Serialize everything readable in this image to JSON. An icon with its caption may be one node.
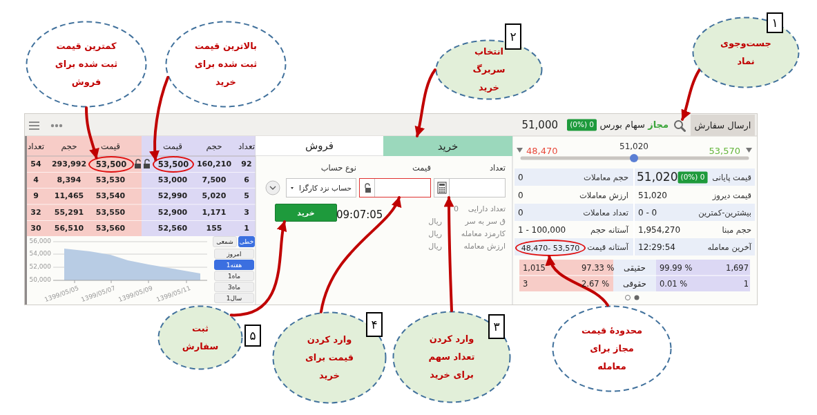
{
  "diagram": {
    "nodes": [
      {
        "text": [
          "کمترین قیمت ثبت شده برای فروش"
        ]
      },
      {
        "text": [
          "بالاترین قیمت ثبت شده برای خرید"
        ]
      },
      {
        "text": [
          "انتخاب سربرگ خرید"
        ],
        "beside": [
          "۲"
        ]
      },
      {
        "text": [
          "جست‌وجوی نماد"
        ],
        "beside": [
          "۱"
        ]
      },
      {
        "text": [],
        "shape": "box"
      },
      {
        "text": [],
        "shape": "circle",
        "in": 4
      },
      {
        "text": [
          "خرید"
        ],
        "in": 4
      },
      {
        "text": [
          "53,500"
        ],
        "in": 4
      },
      {
        "text": [
          "53,500"
        ],
        "in": 4
      },
      {
        "text": [],
        "shape": "box",
        "in": 4
      },
      {
        "text": [],
        "shape": "box",
        "in": 4
      },
      {
        "text": [
          "خرید"
        ],
        "in": 4
      },
      {
        "text": [
          "48,470- 53,570"
        ],
        "in": 4
      },
      {
        "text": [
          "ثبت سفارش"
        ],
        "beside": [
          "۵"
        ]
      },
      {
        "text": [
          "وارد کردن قیمت برای خرید"
        ],
        "beside": [
          "۴"
        ]
      },
      {
        "text": [
          "وارد کردن تعداد سهم برای خرید"
        ],
        "beside": [
          "۳"
        ]
      },
      {
        "text": [
          "محدودهٔ قیمت مجاز برای معامله"
        ]
      },
      {
        "text": [
          "حساب نزد کارگزا"
        ],
        "in": 4
      }
    ],
    "edges": [
      {
        "from": 0,
        "to": 7,
        "arrow": "to"
      },
      {
        "from": 1,
        "to": 8,
        "arrow": "to"
      },
      {
        "from": 2,
        "to": 6,
        "arrow": "to"
      },
      {
        "from": 3,
        "to": 5,
        "arrow": "to"
      },
      {
        "from": 13,
        "to": 11,
        "arrow": "to"
      },
      {
        "from": 14,
        "to": 10,
        "arrow": "to"
      },
      {
        "from": 15,
        "to": 9,
        "arrow": "to"
      },
      {
        "from": 16,
        "to": 12,
        "arrow": "to"
      }
    ],
    "labels": [
      "ارسال سفارش",
      "مجاز",
      "سهام بورس",
      "(0%) 0",
      "51,000",
      "48,470",
      "51,020",
      "53,570",
      "قیمت پایانی",
      "(0%) 0",
      "51,020",
      "حجم معاملات",
      "0",
      "قیمت دیروز",
      "51,020",
      "ارزش معاملات",
      "0",
      "بیشترین-کمترین",
      "0 - 0",
      "تعداد معاملات",
      "0",
      "حجم مبنا",
      "1,954,270",
      "آستانه حجم",
      "1 - 100,000",
      "آخرین معامله",
      "12:29:54",
      "آستانه قیمت",
      "1,697",
      "99.99 %",
      "حقیقی",
      "97.33 %",
      "1,015",
      "1",
      "0.01 %",
      "حقوقی",
      "2.67 %",
      "3",
      "فروش",
      "تعداد",
      "قیمت",
      "نوع حساب",
      "09:07:05",
      "تعداد دارایی",
      "0",
      "ق سر به سر",
      "ریال",
      "کارمزد معامله",
      "ریال",
      "ارزش معامله",
      "ریال",
      "تعداد",
      "حجم",
      "قیمت",
      "قیمت",
      "حجم",
      "تعداد",
      "92",
      "160,210",
      "293,992",
      "54",
      "6",
      "7,500",
      "53,000",
      "53,530",
      "8,394",
      "4",
      "5",
      "5,020",
      "52,990",
      "53,540",
      "11,465",
      "9",
      "3",
      "1,171",
      "52,900",
      "53,550",
      "55,291",
      "32",
      "1",
      "155",
      "52,560",
      "53,560",
      "56,510",
      "30",
      "56,000",
      "54,000",
      "52,000",
      "50,000",
      "1399/05/05",
      "1399/05/07",
      "1399/05/09",
      "1399/05/11",
      "خطی",
      "شمعی",
      "امروز",
      "1هفته",
      "1ماه",
      "3ماه",
      "1سال"
    ]
  }
}
